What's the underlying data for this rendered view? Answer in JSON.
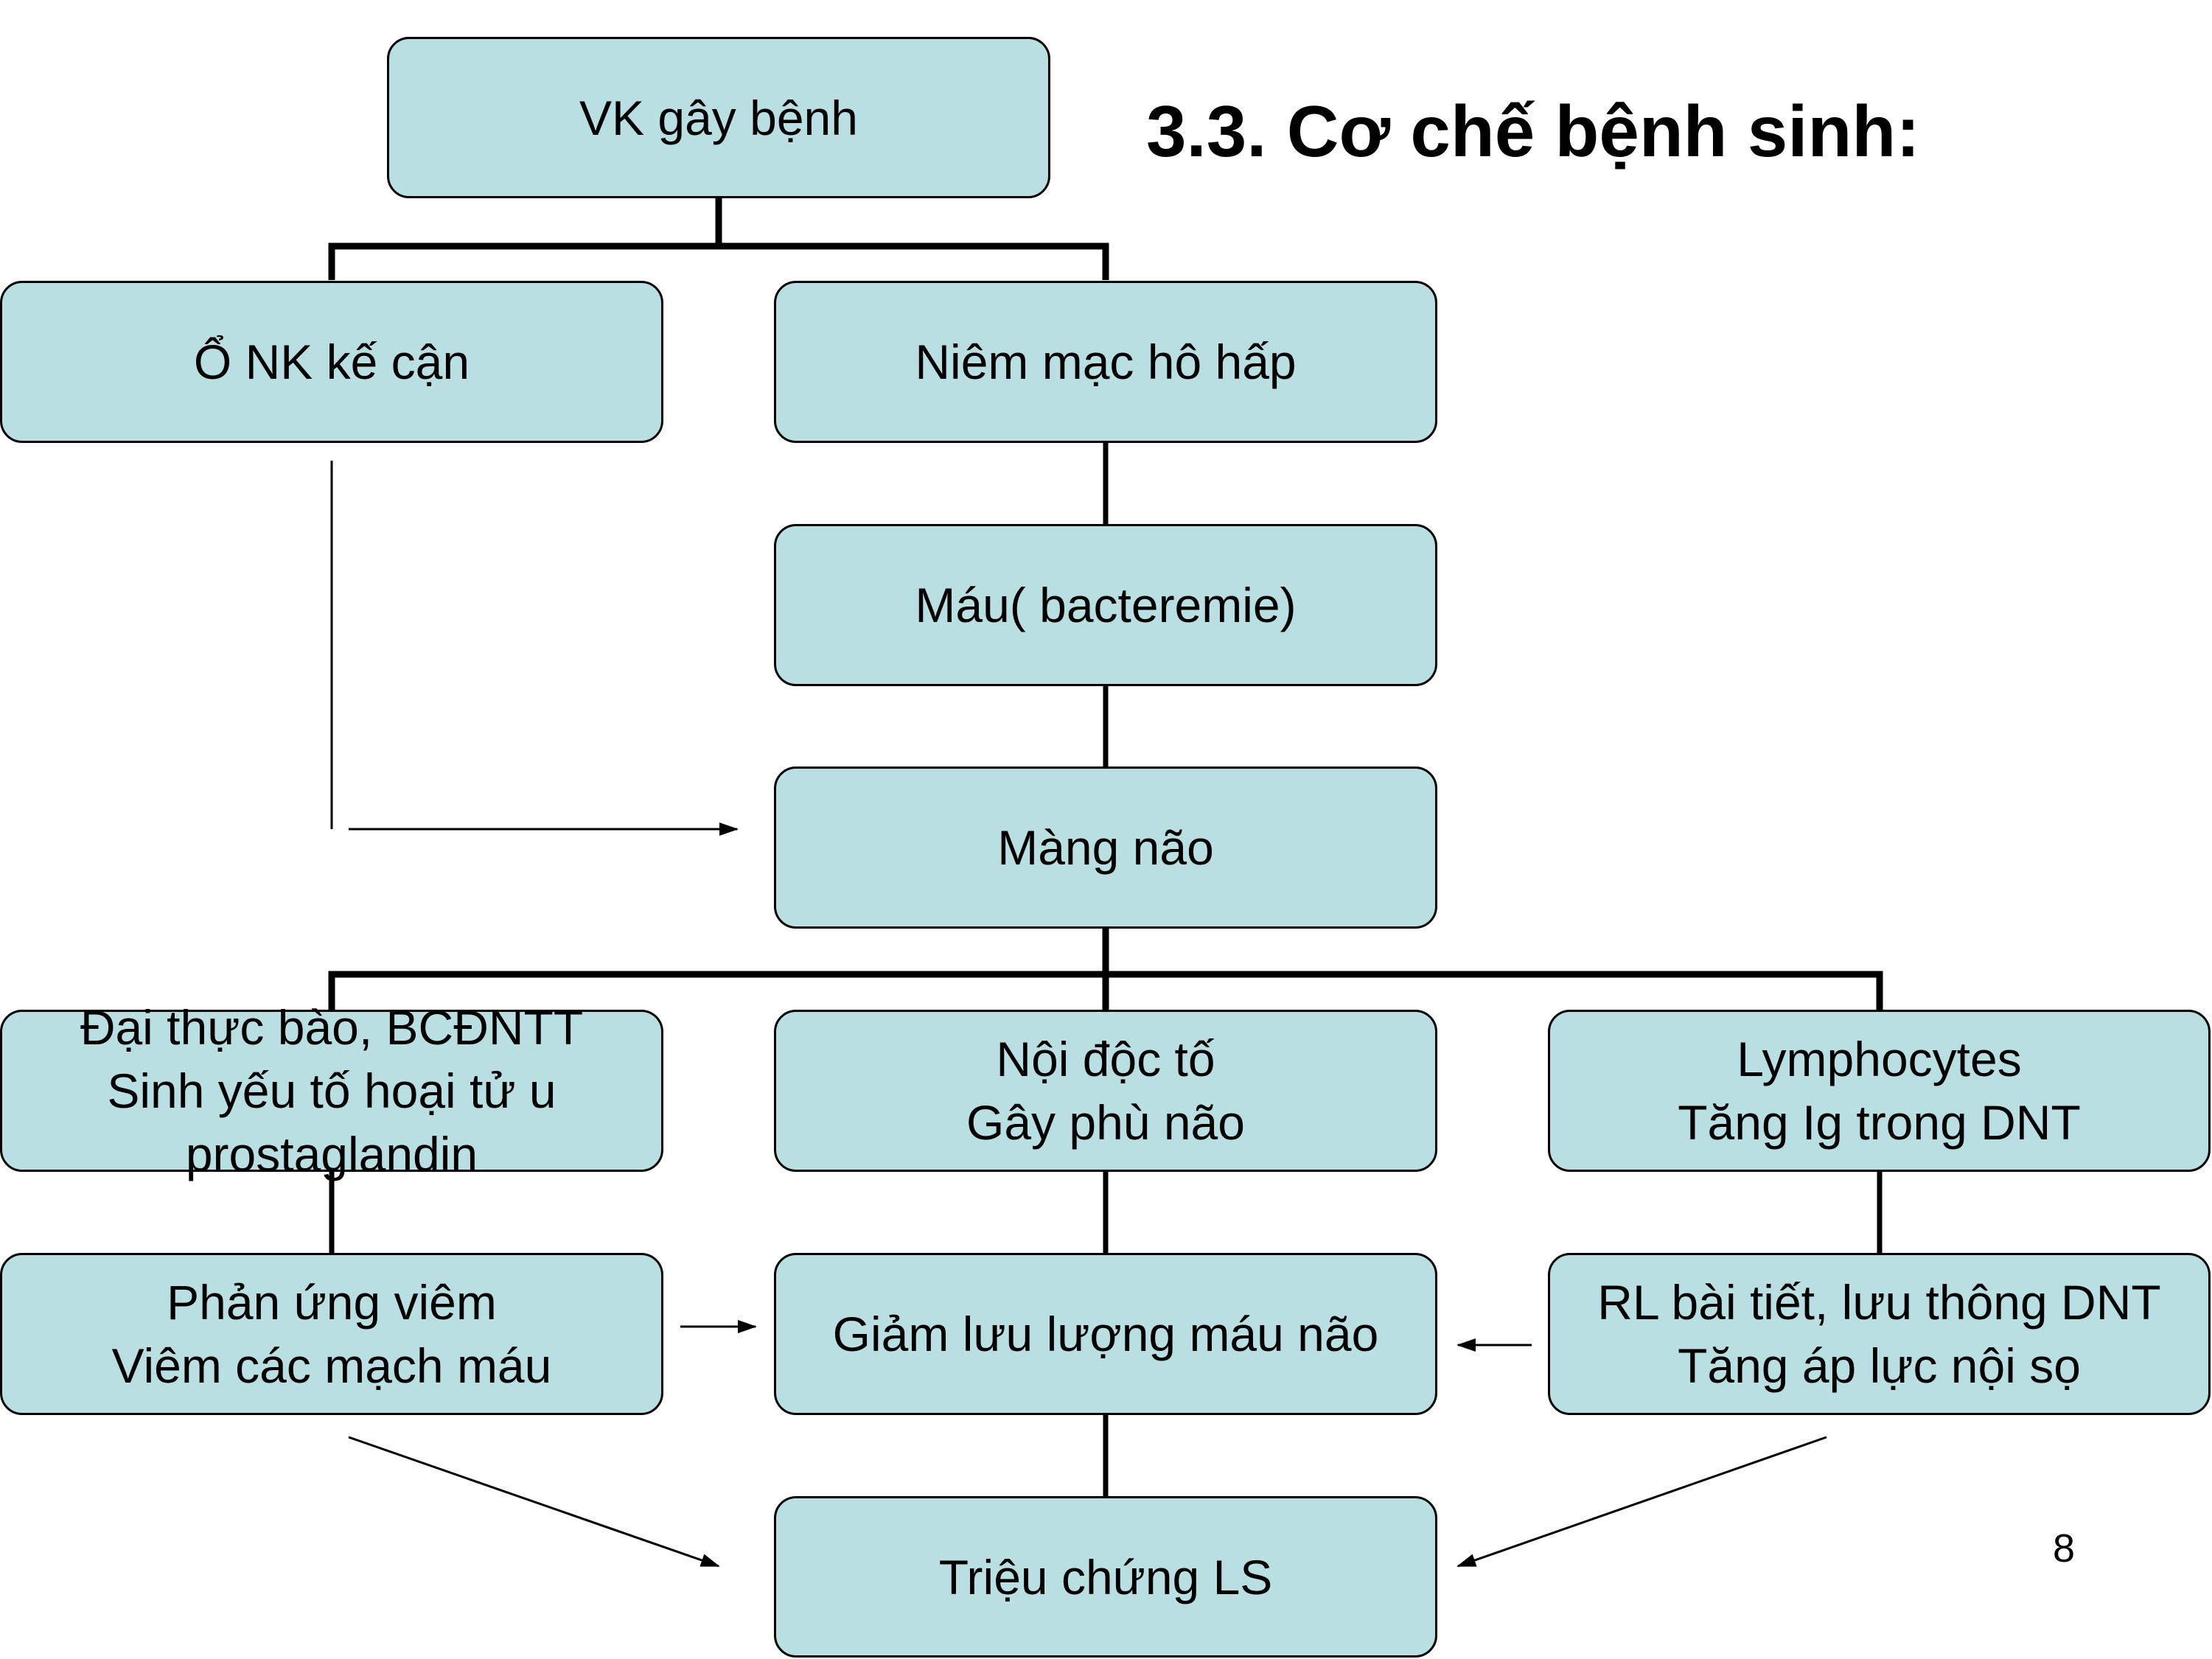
{
  "slide": {
    "title": "3.3. Cơ chế bệnh sinh:",
    "page_number": "8",
    "colors": {
      "box_fill": "#b9dfe2",
      "line": "#000000",
      "background": "#ffffff"
    }
  },
  "nodes": {
    "vk_gay_benh": {
      "lines": [
        "VK gây bệnh"
      ]
    },
    "o_nk_ke_can": {
      "lines": [
        "Ổ NK kế cận"
      ]
    },
    "niem_mac_ho_hap": {
      "lines": [
        "Niêm mạc hô hấp"
      ]
    },
    "mau": {
      "lines": [
        "Máu( bacteremie)"
      ]
    },
    "mang_nao": {
      "lines": [
        "Màng não"
      ]
    },
    "dai_thuc_bao": {
      "lines": [
        "Đại thực bào, BCĐNTT",
        "Sinh yếu tố hoại tử u",
        "prostaglandin"
      ]
    },
    "noi_doc_to": {
      "lines": [
        "Nội độc tố",
        "Gây phù não"
      ]
    },
    "lymphocytes": {
      "lines": [
        "Lymphocytes",
        "Tăng Ig trong DNT"
      ]
    },
    "phan_ung_viem": {
      "lines": [
        "Phản ứng viêm",
        "Viêm các mạch máu"
      ]
    },
    "giam_luu_luong": {
      "lines": [
        "Giảm lưu lượng máu não"
      ]
    },
    "rl_bai_tiet": {
      "lines": [
        "RL bài tiết, lưu thông DNT",
        "Tăng áp lực nội sọ"
      ]
    },
    "trieu_chung": {
      "lines": [
        "Triệu chứng LS"
      ]
    }
  },
  "edges": [
    {
      "from": "vk_gay_benh",
      "to": "o_nk_ke_can",
      "style": "connector"
    },
    {
      "from": "vk_gay_benh",
      "to": "niem_mac_ho_hap",
      "style": "connector"
    },
    {
      "from": "niem_mac_ho_hap",
      "to": "mau",
      "style": "connector"
    },
    {
      "from": "mau",
      "to": "mang_nao",
      "style": "connector"
    },
    {
      "from": "o_nk_ke_can",
      "to": "mang_nao",
      "style": "arrow"
    },
    {
      "from": "mang_nao",
      "to": "dai_thuc_bao",
      "style": "connector"
    },
    {
      "from": "mang_nao",
      "to": "noi_doc_to",
      "style": "connector"
    },
    {
      "from": "mang_nao",
      "to": "lymphocytes",
      "style": "connector"
    },
    {
      "from": "dai_thuc_bao",
      "to": "phan_ung_viem",
      "style": "connector"
    },
    {
      "from": "noi_doc_to",
      "to": "giam_luu_luong",
      "style": "connector"
    },
    {
      "from": "lymphocytes",
      "to": "rl_bai_tiet",
      "style": "connector"
    },
    {
      "from": "phan_ung_viem",
      "to": "giam_luu_luong",
      "style": "arrow"
    },
    {
      "from": "rl_bai_tiet",
      "to": "giam_luu_luong",
      "style": "arrow"
    },
    {
      "from": "giam_luu_luong",
      "to": "trieu_chung",
      "style": "connector"
    },
    {
      "from": "phan_ung_viem",
      "to": "trieu_chung",
      "style": "arrow"
    },
    {
      "from": "rl_bai_tiet",
      "to": "trieu_chung",
      "style": "arrow"
    }
  ]
}
